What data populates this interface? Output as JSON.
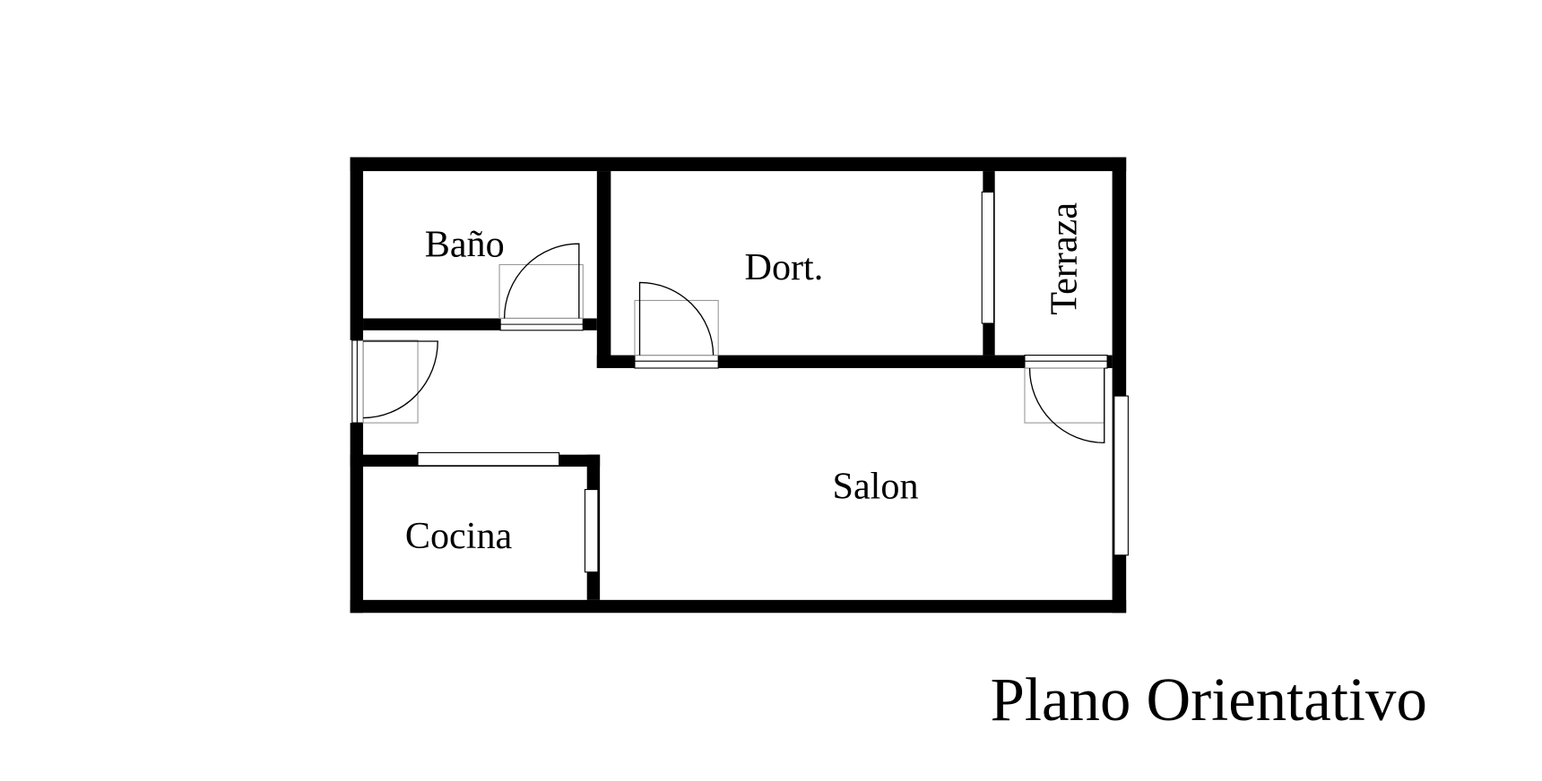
{
  "plan": {
    "rooms": {
      "bano": "Baño",
      "dort": "Dort.",
      "terraza": "Terraza",
      "salon": "Salon",
      "cocina": "Cocina"
    },
    "caption": "Plano Orientativo"
  },
  "colors": {
    "wall": "#000000",
    "frame": "#999999",
    "background": "#ffffff"
  }
}
